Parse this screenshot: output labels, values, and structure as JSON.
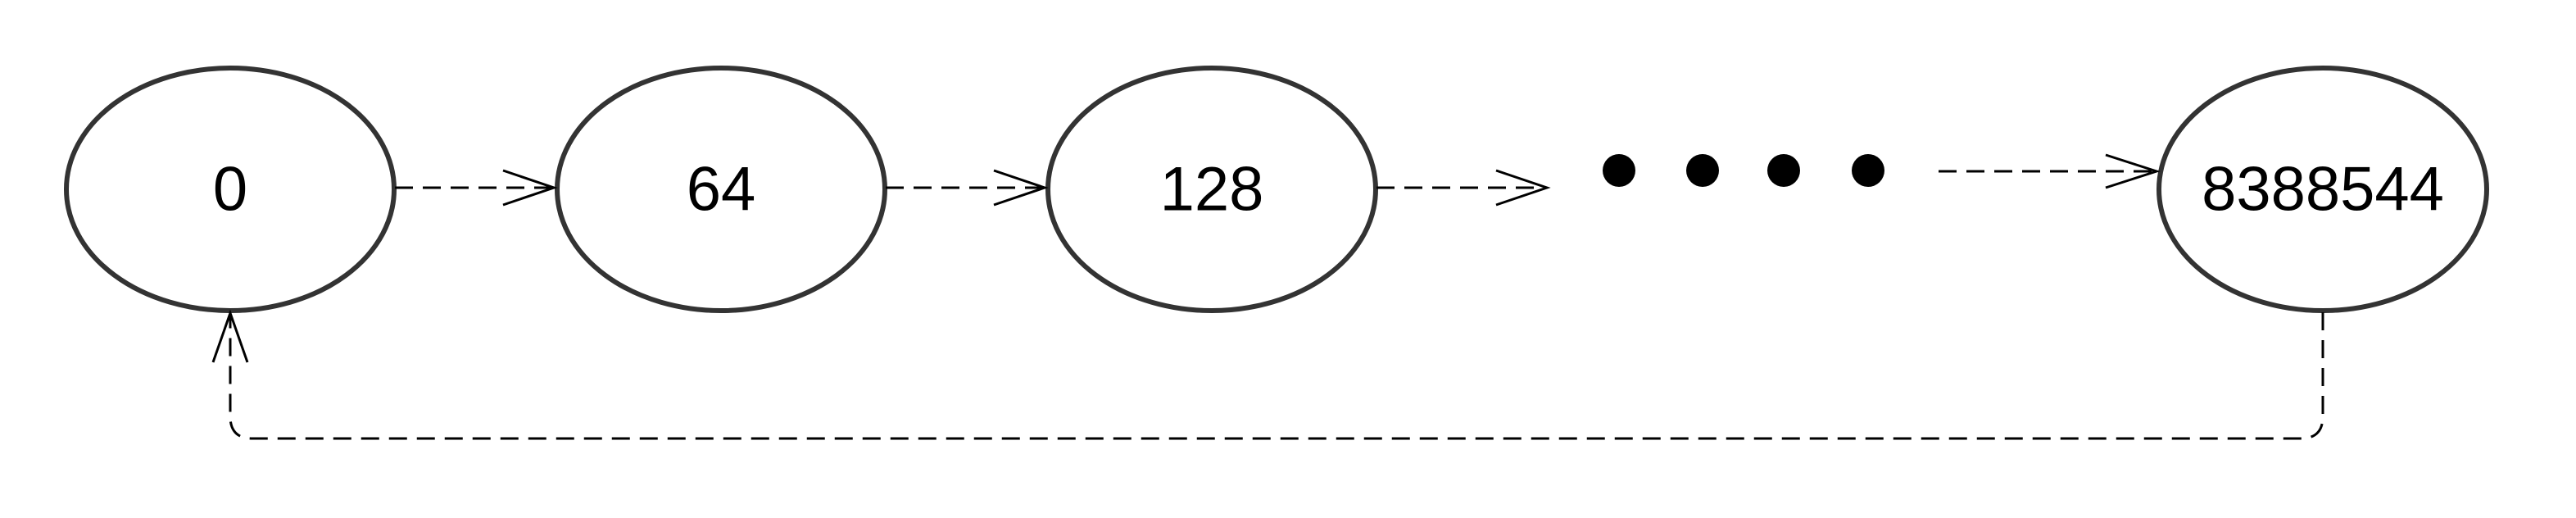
{
  "diagram": {
    "nodes": [
      {
        "id": "n0",
        "label": "0"
      },
      {
        "id": "n1",
        "label": "64"
      },
      {
        "id": "n2",
        "label": "128"
      },
      {
        "id": "n3",
        "label": "8388544"
      }
    ],
    "ellipsis": "• • • •",
    "edges": [
      {
        "from": "n0",
        "to": "n1",
        "style": "dashed"
      },
      {
        "from": "n1",
        "to": "n2",
        "style": "dashed"
      },
      {
        "from": "n2",
        "to": "ellipsis",
        "style": "dashed"
      },
      {
        "from": "ellipsis",
        "to": "n3",
        "style": "dashed"
      },
      {
        "from": "n3",
        "to": "n0",
        "style": "dashed"
      }
    ],
    "colors": {
      "node_stroke": "#333333",
      "node_fill": "#ffffff",
      "edge": "#000000",
      "text": "#000000"
    }
  }
}
